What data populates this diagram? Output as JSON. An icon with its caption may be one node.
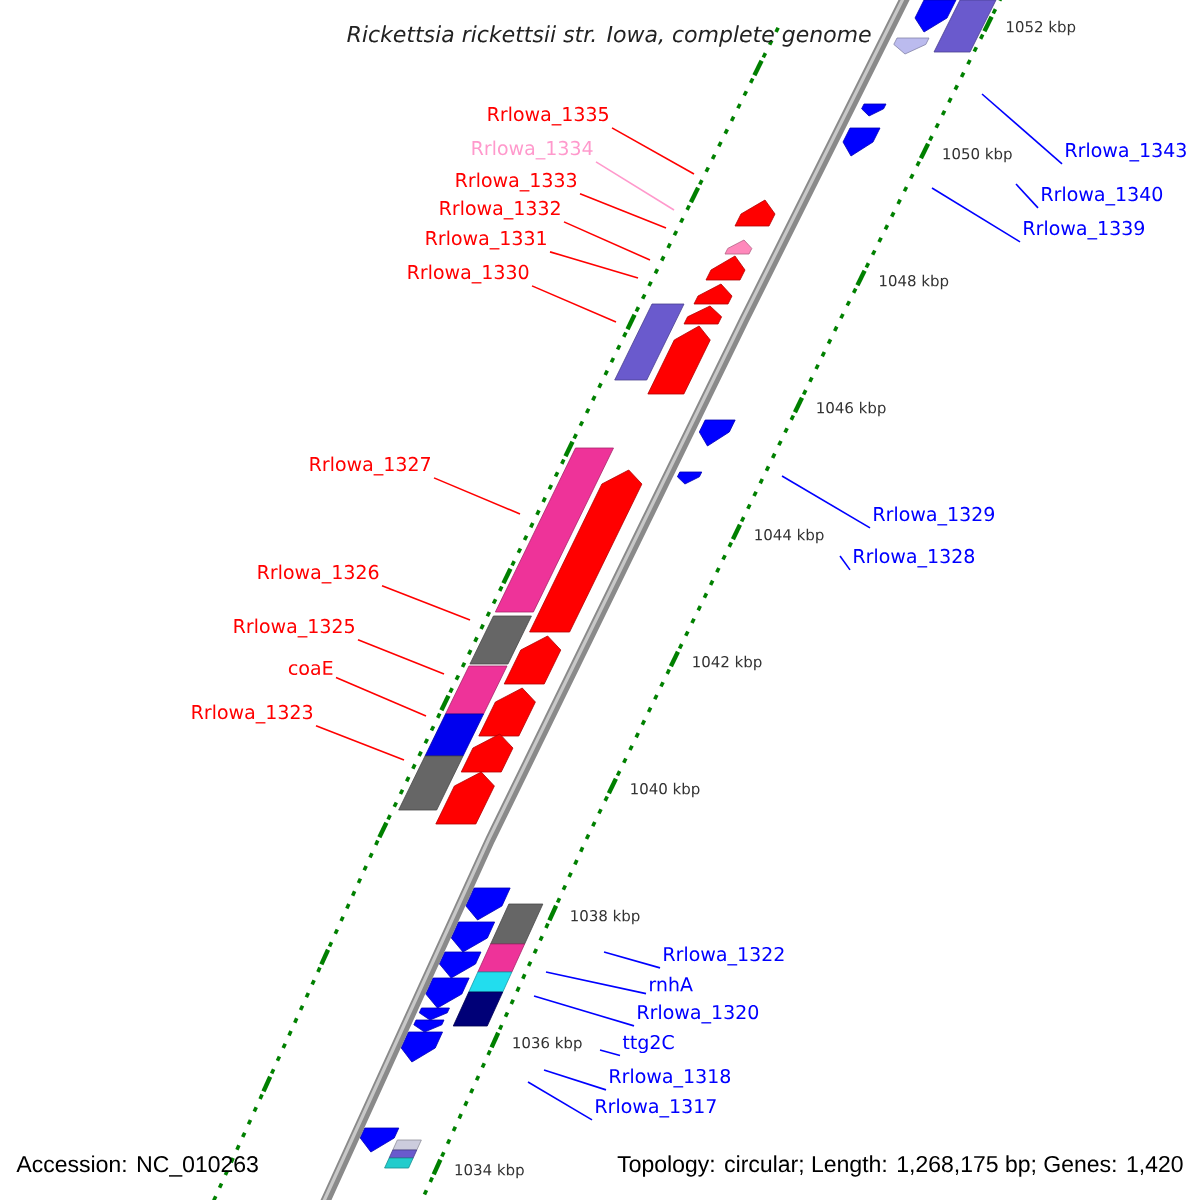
{
  "diagram": {
    "title": "Rickettsia rickettsii str. Iowa, complete genome",
    "nodes": [
      {
        "text": [
          "Rrlowa_1335"
        ]
      },
      {
        "text": [
          "Rrlowa_1334"
        ]
      },
      {
        "text": [
          "Rrlowa_1333"
        ]
      },
      {
        "text": [
          "Rrlowa_1332"
        ]
      },
      {
        "text": [
          "Rrlowa_1331"
        ]
      },
      {
        "text": [
          "Rrlowa_1330"
        ]
      },
      {
        "text": [
          "Rrlowa_1327"
        ]
      },
      {
        "text": [
          "Rrlowa_1326"
        ]
      },
      {
        "text": [
          "Rrlowa_1325"
        ]
      },
      {
        "text": [
          "coaE"
        ]
      },
      {
        "text": [
          "Rrlowa_1323"
        ]
      },
      {
        "text": [
          "Rrlowa_1343"
        ]
      },
      {
        "text": [
          "Rrlowa_1340"
        ]
      },
      {
        "text": [
          "Rrlowa_1339"
        ]
      },
      {
        "text": [
          "Rrlowa_1329"
        ]
      },
      {
        "text": [
          "Rrlowa_1328"
        ]
      },
      {
        "text": [
          "Rrlowa_1322"
        ]
      },
      {
        "text": [
          "rnhA"
        ]
      },
      {
        "text": [
          "Rrlowa_1320"
        ]
      },
      {
        "text": [
          "ttg2C"
        ]
      },
      {
        "text": [
          "Rrlowa_1318"
        ]
      },
      {
        "text": [
          "Rrlowa_1317"
        ]
      }
    ],
    "edges": [
      {
        "from": 0,
        "to": null,
        "arrow": "none",
        "color": "#ff0000"
      },
      {
        "from": 1,
        "to": null,
        "arrow": "none",
        "color": "#ff99cc"
      },
      {
        "from": 2,
        "to": null,
        "arrow": "none",
        "color": "#ff0000"
      },
      {
        "from": 3,
        "to": null,
        "arrow": "none",
        "color": "#ff0000"
      },
      {
        "from": 4,
        "to": null,
        "arrow": "none",
        "color": "#ff0000"
      },
      {
        "from": 5,
        "to": null,
        "arrow": "none",
        "color": "#ff0000"
      },
      {
        "from": 6,
        "to": null,
        "arrow": "none",
        "color": "#ff0000"
      },
      {
        "from": 7,
        "to": null,
        "arrow": "none",
        "color": "#ff0000"
      },
      {
        "from": 8,
        "to": null,
        "arrow": "none",
        "color": "#ff0000"
      },
      {
        "from": 9,
        "to": null,
        "arrow": "none",
        "color": "#ff0000"
      },
      {
        "from": 10,
        "to": null,
        "arrow": "none",
        "color": "#ff0000"
      },
      {
        "from": 11,
        "to": null,
        "arrow": "none"
      },
      {
        "from": 12,
        "to": null,
        "arrow": "none"
      },
      {
        "from": 13,
        "to": null,
        "arrow": "none"
      },
      {
        "from": 14,
        "to": null,
        "arrow": "none"
      },
      {
        "from": 15,
        "to": null,
        "arrow": "none"
      },
      {
        "from": 16,
        "to": null,
        "arrow": "none"
      },
      {
        "from": 17,
        "to": null,
        "arrow": "none"
      },
      {
        "from": 18,
        "to": null,
        "arrow": "none"
      },
      {
        "from": 19,
        "to": null,
        "arrow": "none"
      },
      {
        "from": 20,
        "to": null,
        "arrow": "none"
      },
      {
        "from": 21,
        "to": null,
        "arrow": "none"
      }
    ],
    "labels": [
      "1052 kbp",
      "1050 kbp",
      "1048 kbp",
      "1046 kbp",
      "1044 kbp",
      "1042 kbp",
      "1040 kbp",
      "1038 kbp",
      "1036 kbp",
      "1034 kbp",
      "Accession: NC_010263",
      "Topology: circular; Length: 1,268,175 bp; Genes: 1,420"
    ]
  }
}
